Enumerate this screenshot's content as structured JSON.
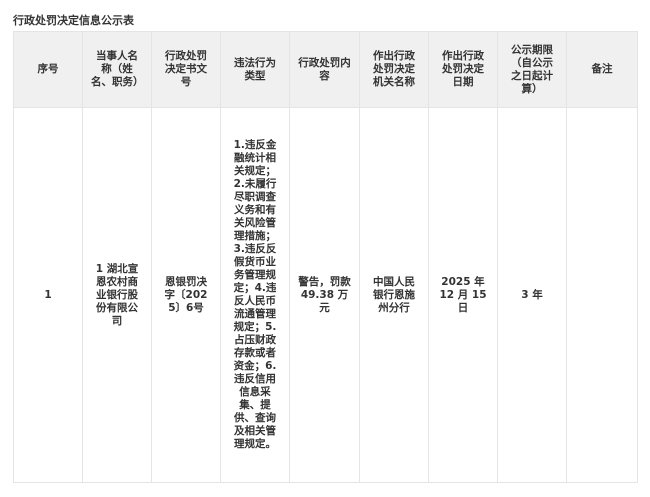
{
  "title": "行政处罚决定信息公示表",
  "table": {
    "headers": [
      "序号",
      "当事人名称（姓名、职务）",
      "行政处罚决定书文号",
      "违法行为类型",
      "行政处罚内容",
      "作出行政处罚决定机关名称",
      "作出行政处罚决定日期",
      "公示期限（自公示之日起计算）",
      "备注"
    ],
    "rows": [
      {
        "index": "1",
        "party": "1 湖北宣恩农村商业银行股份有限公司",
        "document_no": "恩银罚决字〔2025〕6号",
        "violations": "1.违反金融统计相关规定；2.未履行尽职调查义务和有关风险管理措施；3.违反反假货币业务管理规定；4.违反人民币流通管理规定；5.占压财政存款或者资金；6.违反信用信息采集、提供、查询及相关管理规定。",
        "penalty": "警告，罚款49.38 万元",
        "authority": "中国人民银行恩施州分行",
        "date": "2025 年 12 月 15 日",
        "disclosure_period": "3 年",
        "remarks": ""
      }
    ]
  }
}
